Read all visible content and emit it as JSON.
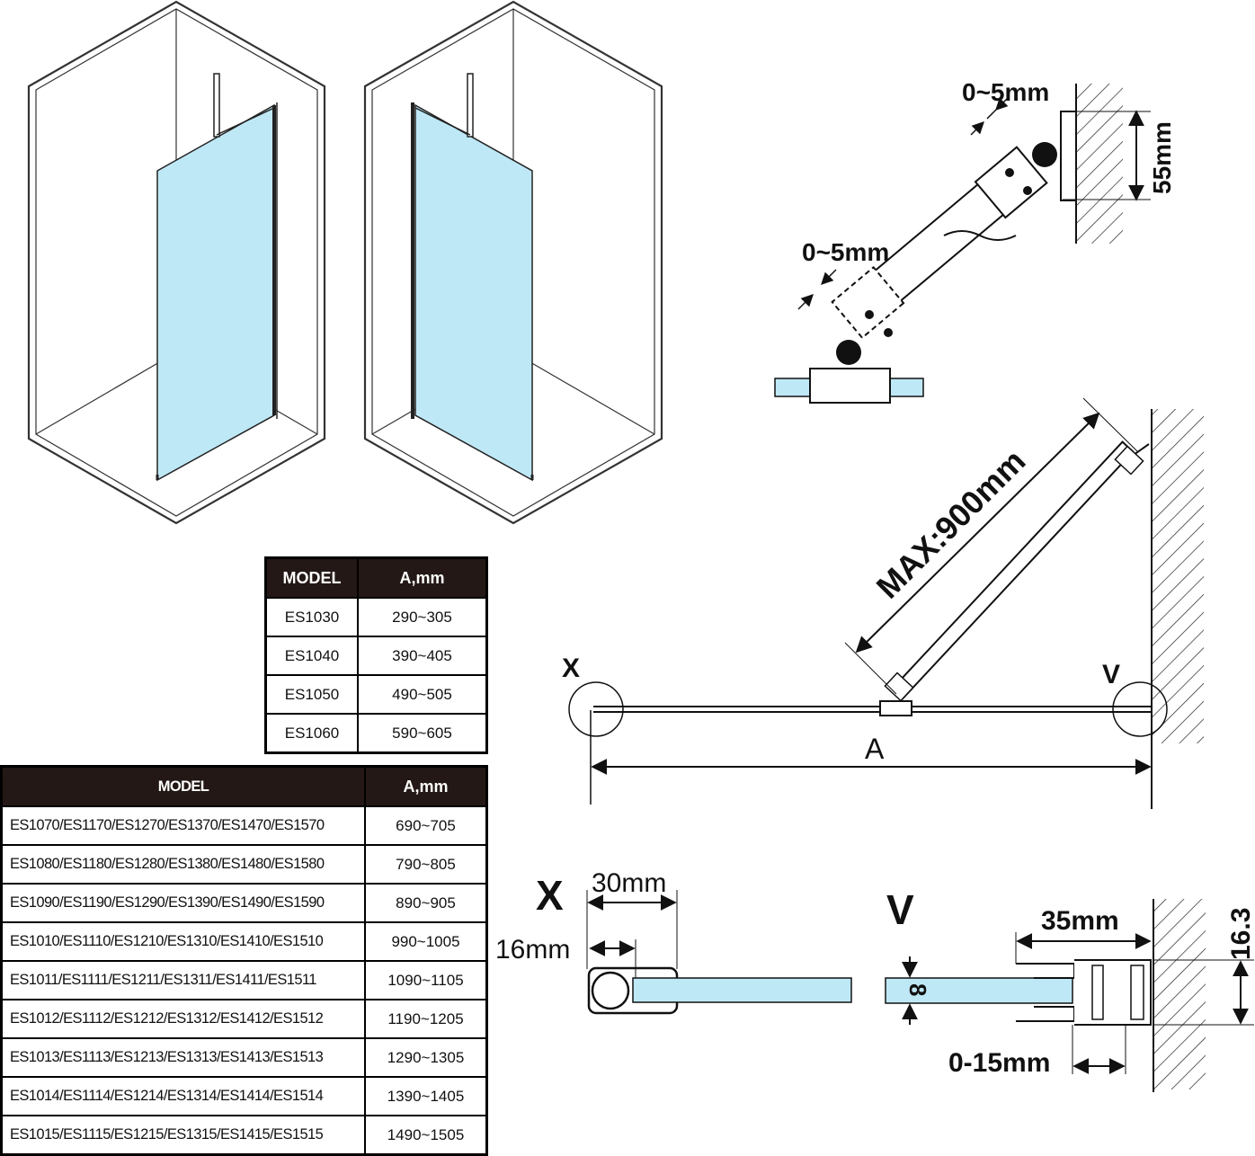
{
  "colors": {
    "glass": "#bfe8f6",
    "glass_stroke": "#222222",
    "line": "#111111",
    "table_header": "#231815"
  },
  "labels": {
    "gap_top": "0~5mm",
    "gap_mid": "0~5mm",
    "wall_height": "55mm",
    "max_length": "MAX:900mm",
    "marker_x": "X",
    "marker_v": "V",
    "dim_a": "A",
    "detail_x": "X",
    "detail_v": "V",
    "w30": "30mm",
    "w16": "16mm",
    "w35": "35mm",
    "h16_3": "16.3",
    "glass_thk": "8",
    "adj": "0-15mm"
  },
  "table_small": {
    "headers": [
      "MODEL",
      "A,mm"
    ],
    "rows": [
      [
        "ES1030",
        "290~305"
      ],
      [
        "ES1040",
        "390~405"
      ],
      [
        "ES1050",
        "490~505"
      ],
      [
        "ES1060",
        "590~605"
      ]
    ]
  },
  "table_large": {
    "headers": [
      "MODEL",
      "A,mm"
    ],
    "rows": [
      [
        "ES1070/ES1170/ES1270/ES1370/ES1470/ES1570",
        "690~705"
      ],
      [
        "ES1080/ES1180/ES1280/ES1380/ES1480/ES1580",
        "790~805"
      ],
      [
        "ES1090/ES1190/ES1290/ES1390/ES1490/ES1590",
        "890~905"
      ],
      [
        "ES1010/ES1110/ES1210/ES1310/ES1410/ES1510",
        "990~1005"
      ],
      [
        "ES1011/ES1111/ES1211/ES1311/ES1411/ES1511",
        "1090~1105"
      ],
      [
        "ES1012/ES1112/ES1212/ES1312/ES1412/ES1512",
        "1190~1205"
      ],
      [
        "ES1013/ES1113/ES1213/ES1313/ES1413/ES1513",
        "1290~1305"
      ],
      [
        "ES1014/ES1114/ES1214/ES1314/ES1414/ES1514",
        "1390~1405"
      ],
      [
        "ES1015/ES1115/ES1215/ES1315/ES1415/ES1515",
        "1490~1505"
      ]
    ]
  }
}
